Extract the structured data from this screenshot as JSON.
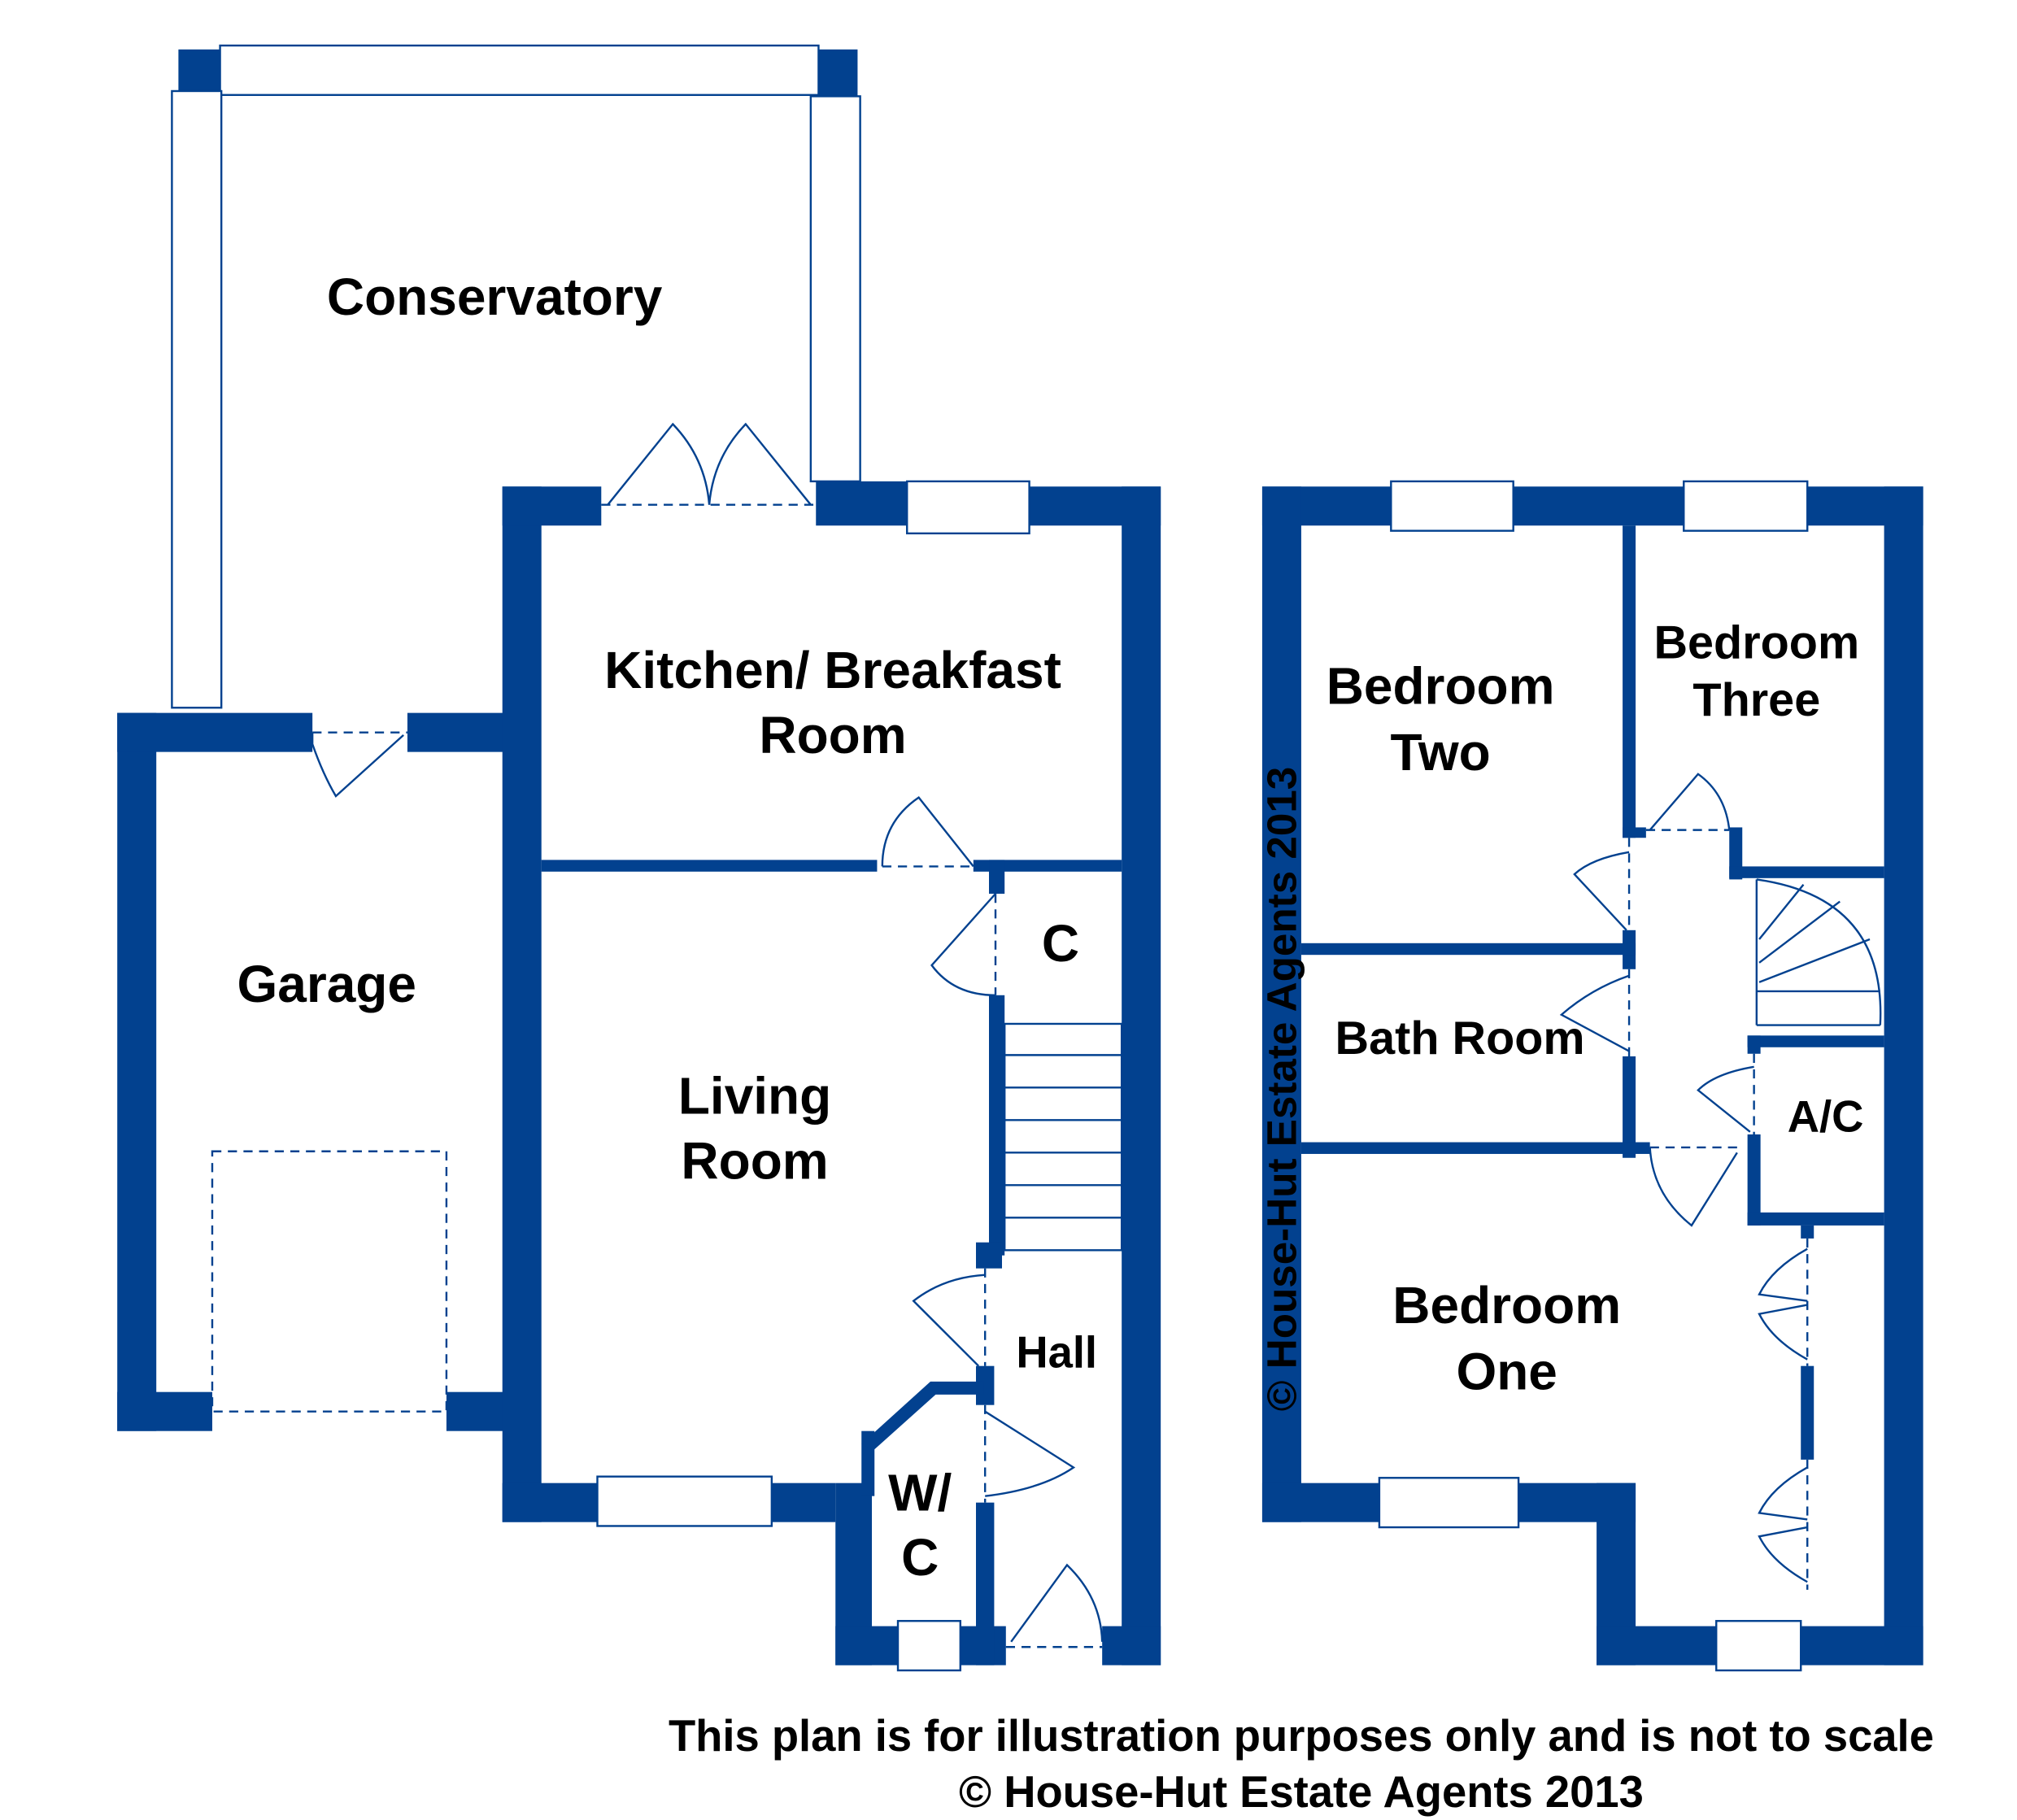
{
  "rooms": {
    "conservatory": "Conservatory",
    "kitchen_line1": "Kitchen/ Breakfast",
    "kitchen_line2": "Room",
    "garage": "Garage",
    "living_line1": "Living",
    "living_line2": "Room",
    "cupboard": "C",
    "hall": "Hall",
    "wc_line1": "W/",
    "wc_line2": "C",
    "bedroom_two_line1": "Bedroom",
    "bedroom_two_line2": "Two",
    "bedroom_three_line1": "Bedroom",
    "bedroom_three_line2": "Three",
    "bathroom": "Bath Room",
    "airing_cupboard": "A/C",
    "bedroom_one_line1": "Bedroom",
    "bedroom_one_line2": "One"
  },
  "watermark": "© House-Hut Estate Agents 2013",
  "footer": {
    "disclaimer": "This plan is for illustration purposes only and is not to scale",
    "copyright": "© House-Hut Estate Agents 2013"
  },
  "colors": {
    "wall": "#02418f",
    "background": "#ffffff"
  }
}
